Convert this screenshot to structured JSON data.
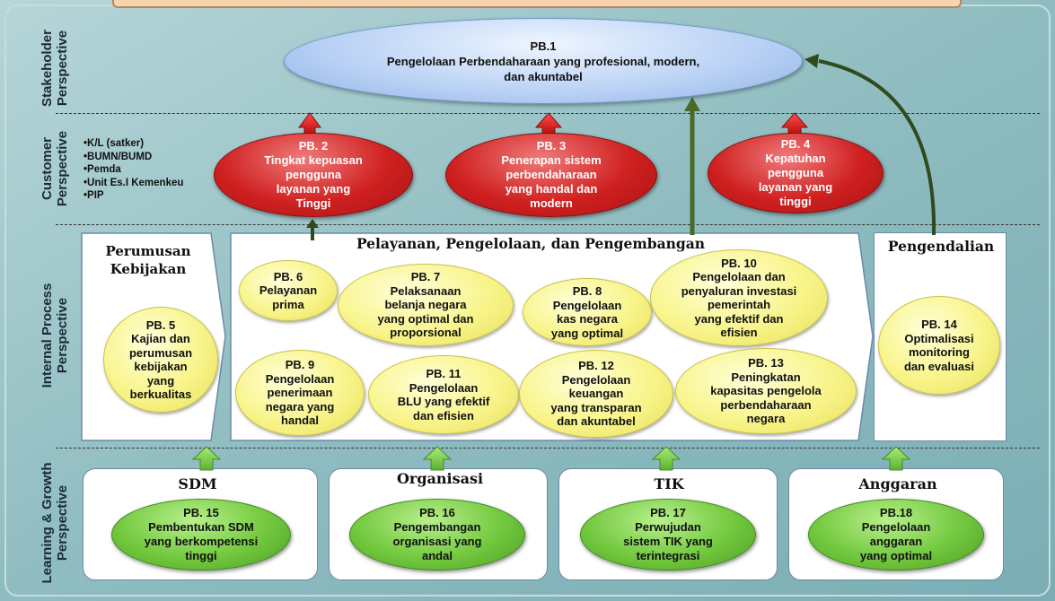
{
  "perspectives": {
    "stakeholder": "Stakeholder\nPerspective",
    "customer": "Customer\nPerspective",
    "internal": "Internal Process\nPerspective",
    "learning": "Learning & Growth\nPerspective"
  },
  "customer_list": [
    "K/L (satker)",
    "BUMN/BUMD",
    "Pemda",
    "Unit Es.I Kemenkeu",
    "PIP"
  ],
  "pb1": "PB.1\nPengelolaan Perbendaharaan yang profesional, modern,\ndan akuntabel",
  "customer_objectives": {
    "pb2": "PB. 2\nTingkat kepuasan\npengguna\nlayanan yang\nTinggi",
    "pb3": "PB. 3\nPenerapan sistem\nperbendaharaan\nyang handal dan\nmodern",
    "pb4": "PB.  4\nKepatuhan\npengguna\nlayanan yang\ntinggi"
  },
  "process_boxes": {
    "perumusan_title": "Perumusan\nKebijakan",
    "pelayanan_title": "Pelayanan, Pengelolaan, dan Pengembangan",
    "pengendalian_title": "Pengendalian"
  },
  "process_objectives": {
    "pb5": "PB. 5\nKajian dan\nperumusan\nkebijakan\nyang\nberkualitas",
    "pb6": "PB. 6\nPelayanan\nprima",
    "pb7": "PB. 7\nPelaksanaan\nbelanja negara\nyang optimal dan\nproporsional",
    "pb8": "PB. 8\nPengelolaan\nkas negara\nyang optimal",
    "pb9": "PB. 9\nPengelolaan\npenerimaan\nnegara yang\nhandal",
    "pb10": "PB. 10\nPengelolaan dan\npenyaluran investasi\npemerintah\nyang efektif dan\nefisien",
    "pb11": "PB. 11\nPengelolaan\nBLU yang efektif\ndan efisien",
    "pb12": "PB. 12\nPengelolaan\nkeuangan\nyang transparan\ndan akuntabel",
    "pb13": "PB. 13\nPeningkatan\nkapasitas pengelola\nperbendaharaan\nnegara",
    "pb14": "PB. 14\nOptimalisasi\nmonitoring\ndan evaluasi"
  },
  "learning_boxes": {
    "sdm": "SDM",
    "organisasi": "Organisasi",
    "tik": "TIK",
    "anggaran": "Anggaran"
  },
  "learning_objectives": {
    "pb15": "PB. 15\nPembentukan SDM\nyang berkompetensi\ntinggi",
    "pb16": "PB. 16\nPengembangan\norganisasi yang\nandal",
    "pb17": "PB. 17\nPerwujudan\nsistem TIK yang\nterintegrasi",
    "pb18": "PB.18\nPengelolaan\nanggaran\nyang optimal"
  },
  "colors": {
    "background": "#8fb9bd",
    "title_bar": "#f7d4b0",
    "title_bar_border": "#b9865a",
    "customer_red": "#cf2020",
    "process_yellow": "#f8f48a",
    "learning_green": "#72c83e",
    "stakeholder_blue": "#b7d0f4",
    "arrow_dark_green": "#2f4a1c",
    "arrow_red": "#d01818",
    "arrow_light_green": "#8fd858"
  }
}
